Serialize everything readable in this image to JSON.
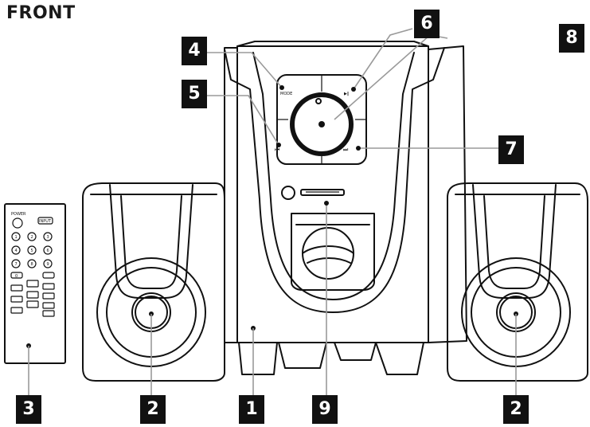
{
  "heading": "FRONT",
  "callouts": {
    "c1": "1",
    "c2a": "2",
    "c2b": "2",
    "c3": "3",
    "c4": "4",
    "c5": "5",
    "c6": "6",
    "c7": "7",
    "c8": "8",
    "c9": "9"
  },
  "panel": {
    "mode_label": "MODE",
    "prev_symbol": "⏮",
    "next_symbol": "⏭",
    "play_symbol": "▶‖"
  },
  "remote": {
    "power_label": "POWER",
    "input_label": "INPUT",
    "numbers": [
      "1",
      "2",
      "3",
      "4",
      "5",
      "6",
      "7",
      "8",
      "9",
      "0"
    ]
  }
}
